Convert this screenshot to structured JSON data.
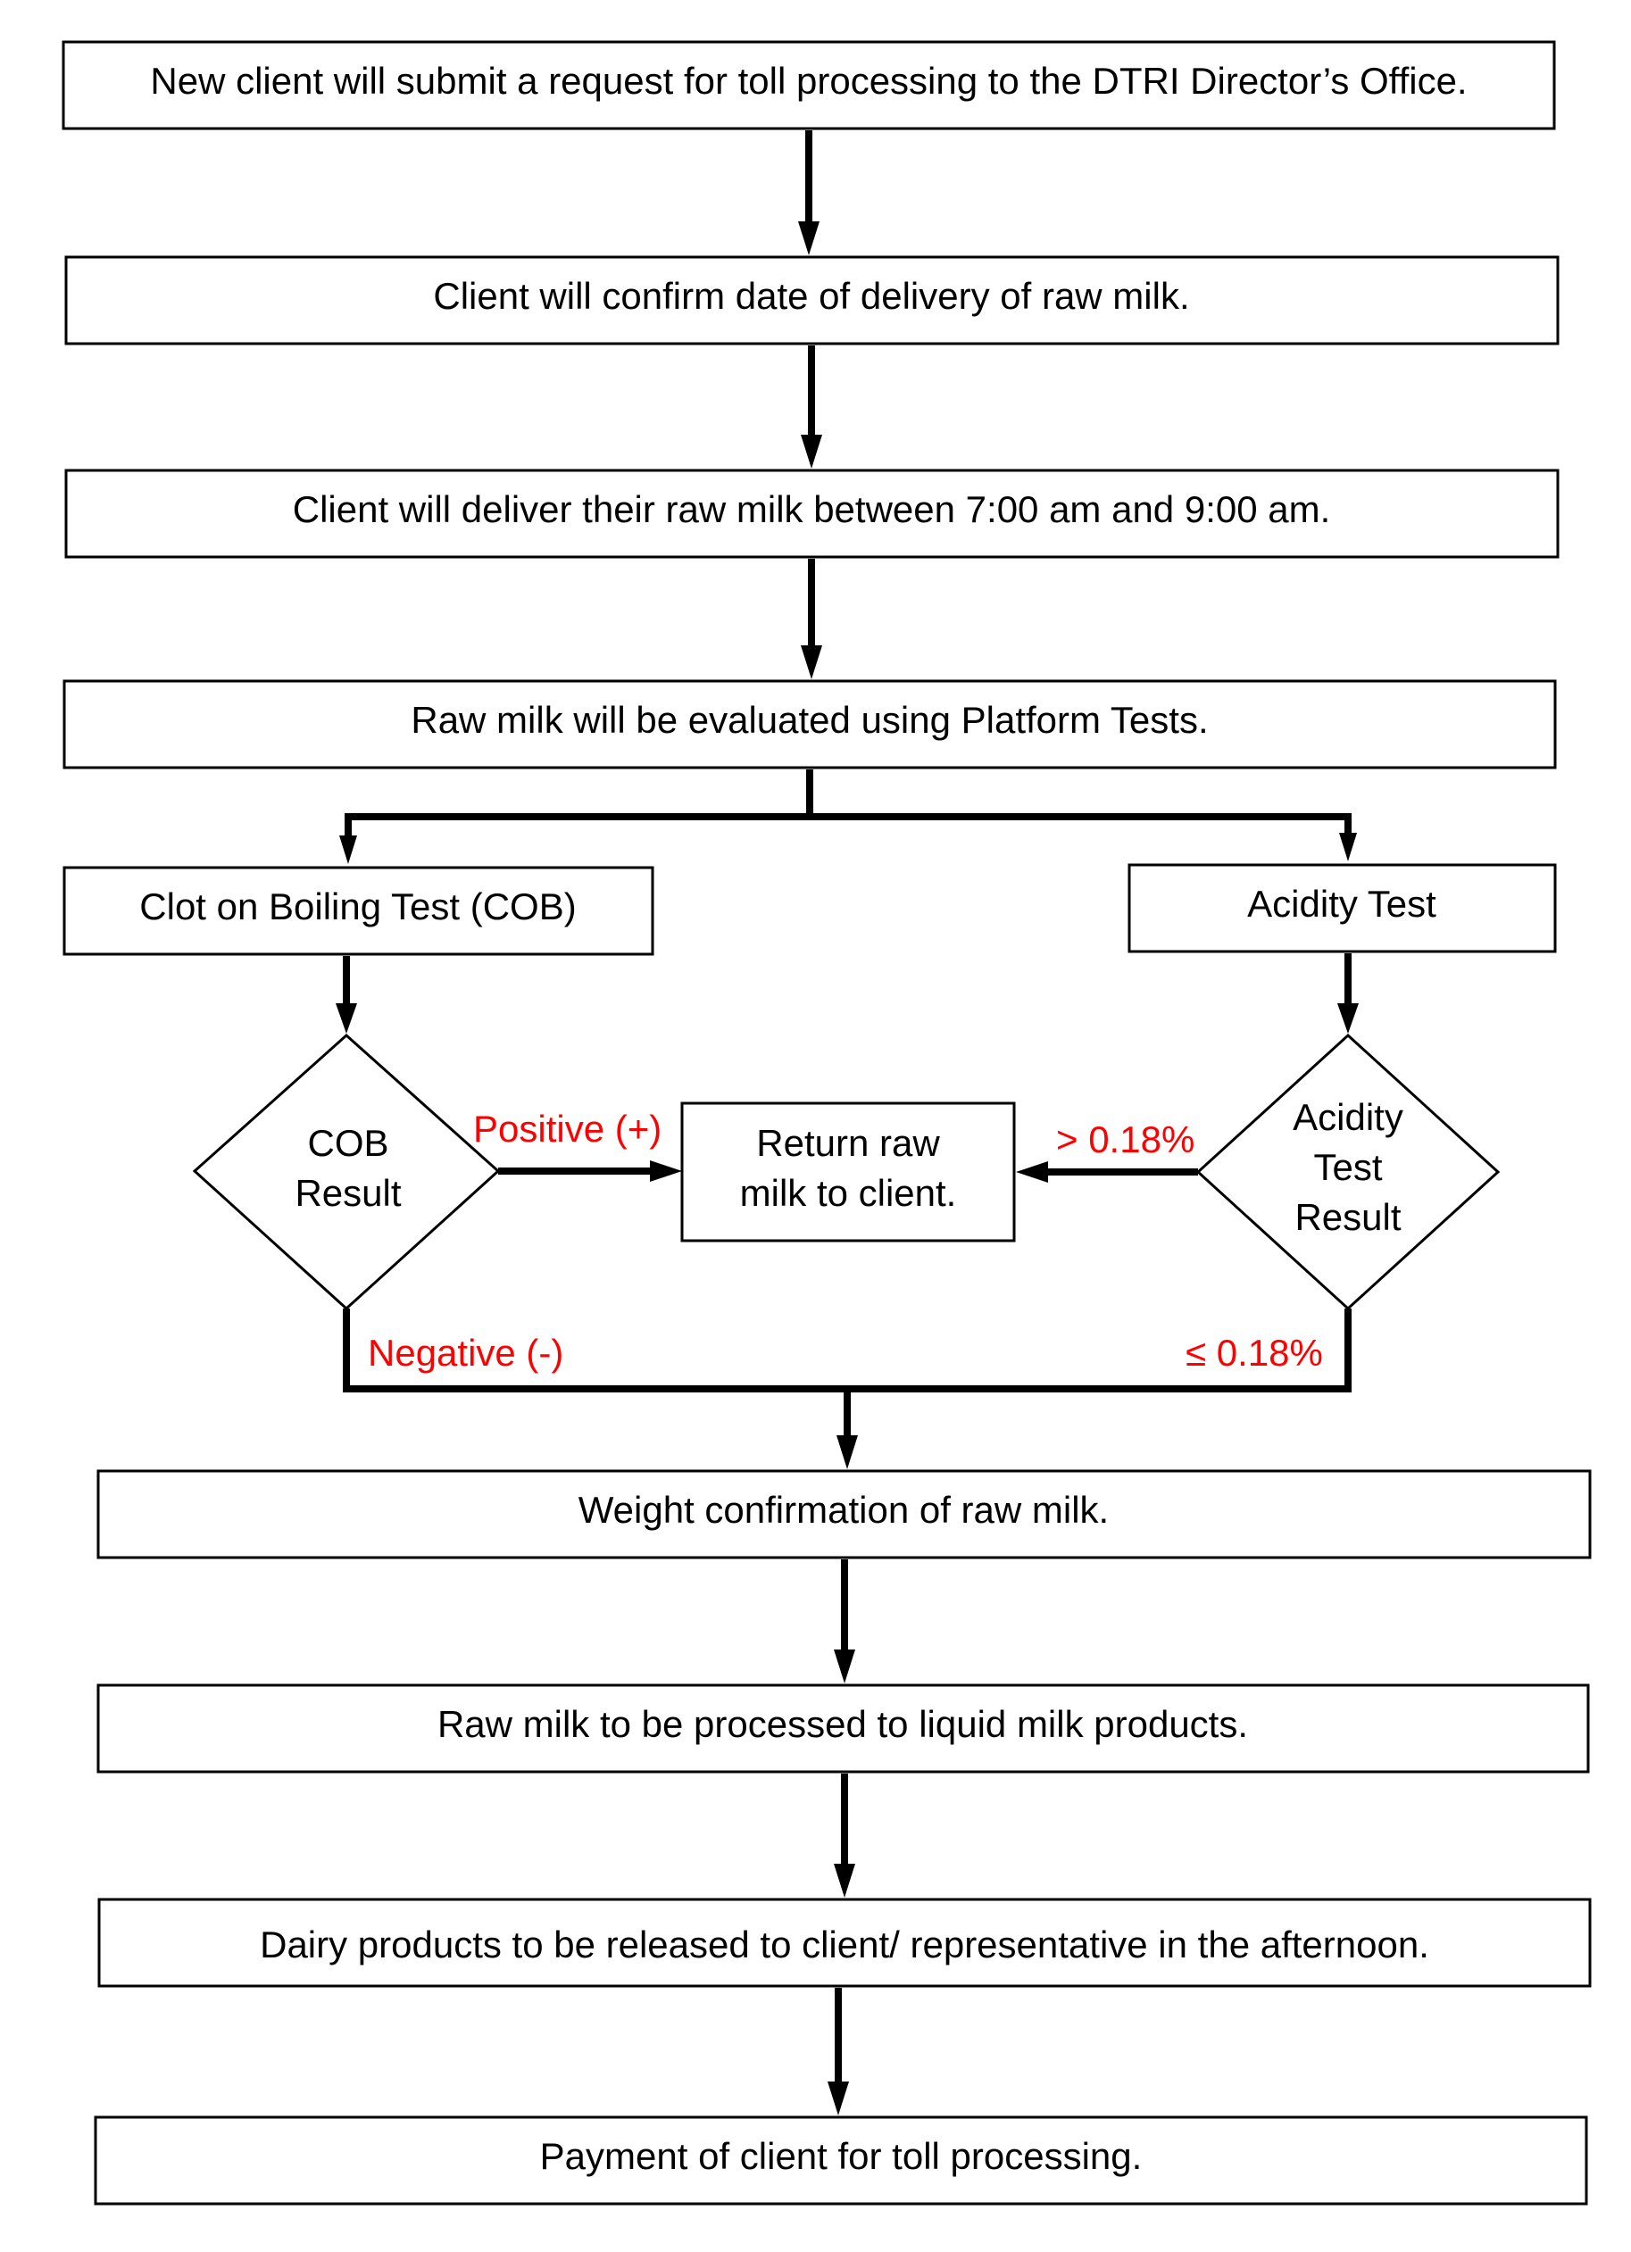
{
  "steps": {
    "request": "New client will submit a request for toll processing to the DTRI Director’s Office.",
    "confirm_date": "Client will confirm date of delivery of raw milk.",
    "deliver": "Client will deliver their raw milk between 7:00 am and 9:00 am.",
    "platform_tests": "Raw milk will be evaluated using Platform Tests.",
    "cob_test": "Clot on Boiling Test (COB)",
    "acidity_test": "Acidity Test",
    "cob_result": [
      "COB",
      "Result"
    ],
    "return_milk": [
      "Return raw",
      "milk to client."
    ],
    "acidity_result": [
      "Acidity",
      "Test",
      "Result"
    ],
    "weight": "Weight confirmation of raw milk.",
    "process": "Raw milk to be processed to liquid milk products.",
    "release": "Dairy products to be released to client/ representative in the afternoon.",
    "payment": "Payment of client for toll processing."
  },
  "labels": {
    "positive": "Positive (+)",
    "negative": "Negative (-)",
    "above_threshold": "> 0.18%",
    "at_or_below_threshold": "≤ 0.18%"
  },
  "colors": {
    "condition_label": "#ff0000",
    "lines": "#000000"
  }
}
